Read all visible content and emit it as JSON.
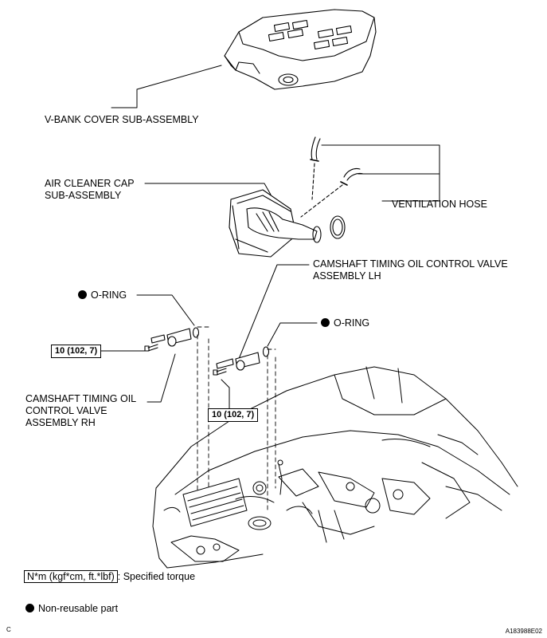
{
  "labels": {
    "v_bank_cover": "V-BANK COVER SUB-ASSEMBLY",
    "air_cleaner_cap_line1": "AIR CLEANER CAP",
    "air_cleaner_cap_line2": "SUB-ASSEMBLY",
    "ventilation_hose": "VENTILATION HOSE",
    "ocv_lh_line1": "CAMSHAFT TIMING OIL CONTROL VALVE",
    "ocv_lh_line2": "ASSEMBLY LH",
    "o_ring_left": "O-RING",
    "o_ring_right": "O-RING",
    "ocv_rh_line1": "CAMSHAFT TIMING OIL",
    "ocv_rh_line2": "CONTROL VALVE",
    "ocv_rh_line3": "ASSEMBLY RH"
  },
  "torque": {
    "left": "10 (102, 7)",
    "right": "10 (102, 7)"
  },
  "legend": {
    "torque_unit": "N*m (kgf*cm, ft.*lbf)",
    "torque_desc": ": Specified torque",
    "non_reusable": "Non-reusable part"
  },
  "footer": {
    "corner_letter": "C",
    "figure_id": "A183988E02"
  }
}
